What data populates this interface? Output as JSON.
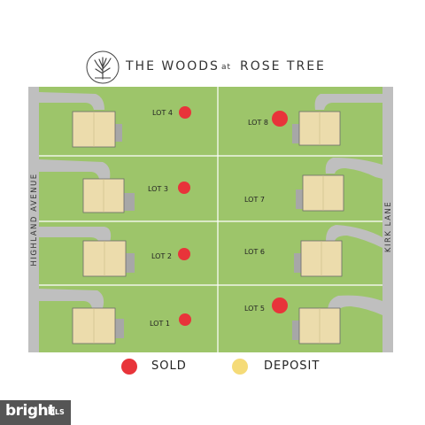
{
  "title": {
    "part1": "THE WOODS",
    "part2": "at",
    "part3": "ROSE TREE"
  },
  "roads": {
    "left": "HIGHLAND AVENUE",
    "right": "KIRK LANE"
  },
  "lots": [
    {
      "id": "lot-1",
      "label": "LOT 1",
      "status": "sold"
    },
    {
      "id": "lot-2",
      "label": "LOT 2",
      "status": "sold"
    },
    {
      "id": "lot-3",
      "label": "LOT 3",
      "status": "sold"
    },
    {
      "id": "lot-4",
      "label": "LOT 4",
      "status": "sold"
    },
    {
      "id": "lot-5",
      "label": "LOT 5",
      "status": "sold"
    },
    {
      "id": "lot-6",
      "label": "LOT 6",
      "status": "available"
    },
    {
      "id": "lot-7",
      "label": "LOT 7",
      "status": "available"
    },
    {
      "id": "lot-8",
      "label": "LOT 8",
      "status": "sold"
    }
  ],
  "legend": {
    "sold": "SOLD",
    "deposit": "DEPOSIT"
  },
  "colors": {
    "sold": "#e8343a",
    "deposit": "#f5db78",
    "lawn": "#9dc56a",
    "house": "#ecdcac",
    "road": "#bfbfbf"
  },
  "watermark": {
    "brand": "bright",
    "suffix": "MLS"
  }
}
